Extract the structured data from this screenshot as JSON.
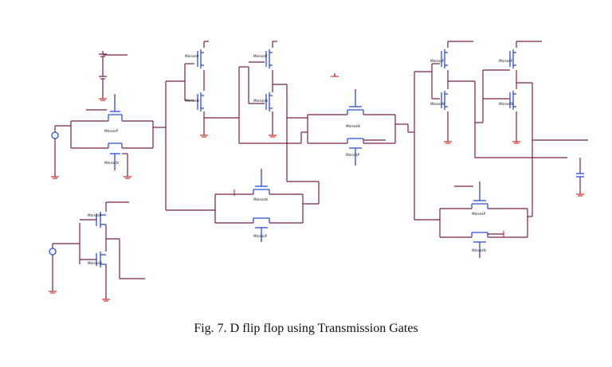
{
  "caption": "Fig. 7. D flip flop using Transmission Gates",
  "transistor_labels": {
    "mosfetp": "MbreakP",
    "mosfetn": "MbreakN"
  },
  "colors": {
    "wire": "#7a1f4a",
    "mosfet": "#2b4fd8",
    "ground": "#d21f1f",
    "text": "#222222"
  }
}
